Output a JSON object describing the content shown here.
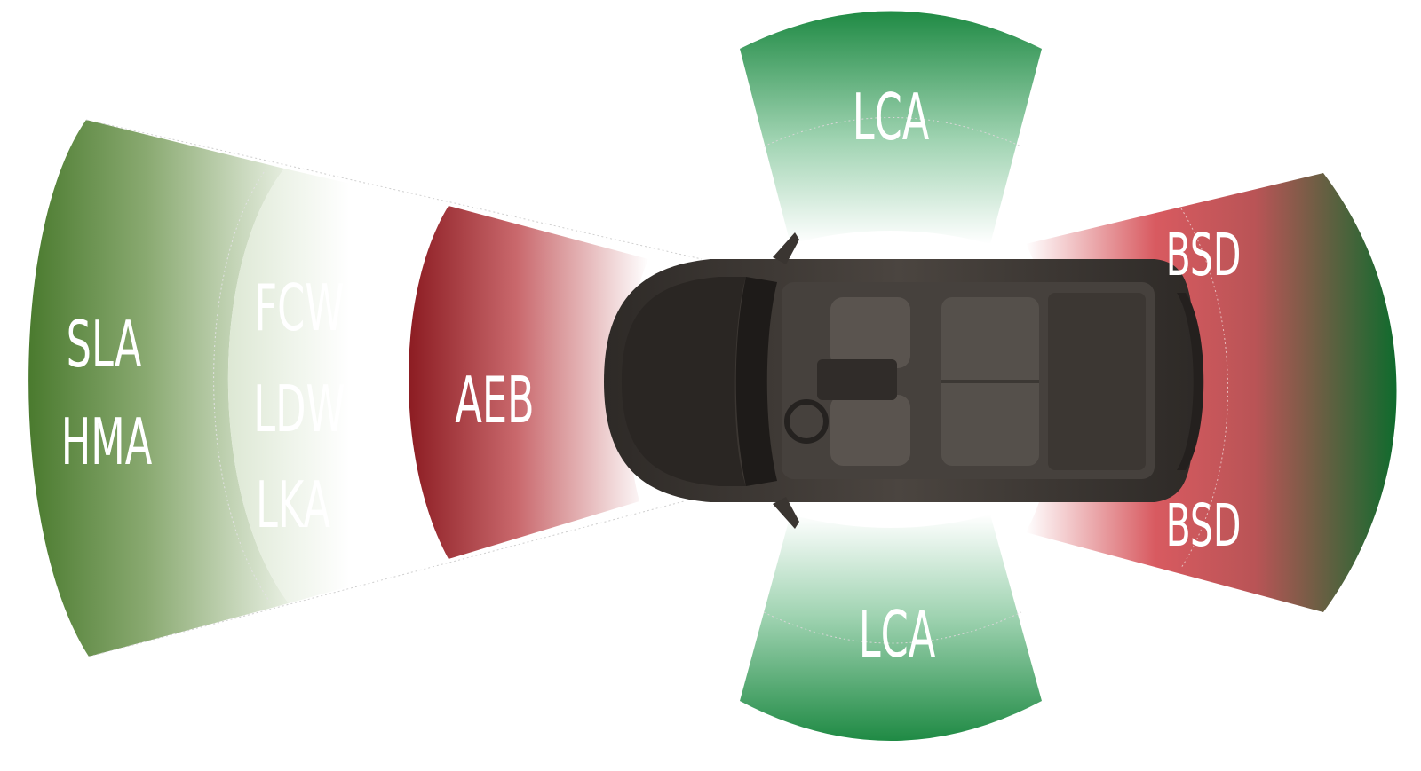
{
  "diagram": {
    "zones": {
      "far_front": {
        "labels": [
          "SLA",
          "HMA"
        ],
        "color": "#3f7a2c"
      },
      "mid_front": {
        "labels": [
          "FCW",
          "LDW",
          "LKA"
        ],
        "color": "#a9c79a"
      },
      "near_front": {
        "labels": [
          "AEB"
        ],
        "color": "#8f1f24"
      },
      "side_top": {
        "labels": [
          "LCA"
        ],
        "color": "#1a7a3b"
      },
      "side_bottom": {
        "labels": [
          "LCA"
        ],
        "color": "#1a7a3b"
      },
      "rear": {
        "labels": [
          "BSD",
          "BSD"
        ],
        "color": "#c9474d",
        "outer_color": "#106b2e"
      }
    },
    "car": {
      "body_color": "#3b3632",
      "interior_color": "#4a4541"
    }
  }
}
